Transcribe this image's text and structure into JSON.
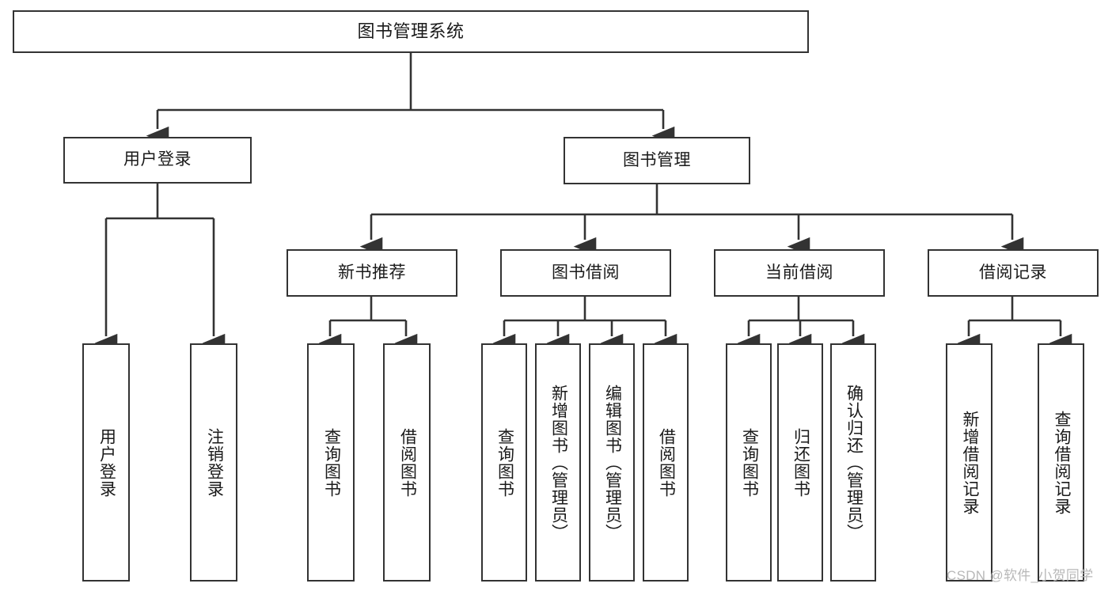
{
  "diagram": {
    "type": "tree",
    "title": "图书管理系统",
    "orientation": "top-down",
    "colors": {
      "background": "#ffffff",
      "stroke": "#333333",
      "text": "#1a1a1a",
      "watermark": "#b8b8b8"
    },
    "root": {
      "id": "root",
      "label": "图书管理系统"
    },
    "level1": [
      {
        "id": "user-login",
        "label": "用户登录"
      },
      {
        "id": "book-management",
        "label": "图书管理"
      }
    ],
    "level2": [
      {
        "id": "new-book-recommend",
        "label": "新书推荐",
        "parent": "book-management"
      },
      {
        "id": "book-borrow",
        "label": "图书借阅",
        "parent": "book-management"
      },
      {
        "id": "current-borrow",
        "label": "当前借阅",
        "parent": "book-management"
      },
      {
        "id": "borrow-record",
        "label": "借阅记录",
        "parent": "book-management"
      }
    ],
    "leaves": [
      {
        "id": "leaf-user-login",
        "label": "用户登录",
        "parent": "user-login"
      },
      {
        "id": "leaf-logout",
        "label": "注销登录",
        "parent": "user-login"
      },
      {
        "id": "leaf-query-book-1",
        "label": "查询图书",
        "parent": "new-book-recommend"
      },
      {
        "id": "leaf-borrow-book-1",
        "label": "借阅图书",
        "parent": "new-book-recommend"
      },
      {
        "id": "leaf-query-book-2",
        "label": "查询图书",
        "parent": "book-borrow"
      },
      {
        "id": "leaf-add-book",
        "label": "新增图书（管理员）",
        "parent": "book-borrow"
      },
      {
        "id": "leaf-edit-book",
        "label": "编辑图书（管理员）",
        "parent": "book-borrow"
      },
      {
        "id": "leaf-borrow-book-2",
        "label": "借阅图书",
        "parent": "book-borrow"
      },
      {
        "id": "leaf-query-book-3",
        "label": "查询图书",
        "parent": "current-borrow"
      },
      {
        "id": "leaf-return-book",
        "label": "归还图书",
        "parent": "current-borrow"
      },
      {
        "id": "leaf-confirm-return",
        "label": "确认归还（管理员）",
        "parent": "current-borrow"
      },
      {
        "id": "leaf-add-record",
        "label": "新增借阅记录",
        "parent": "borrow-record"
      },
      {
        "id": "leaf-query-record",
        "label": "查询借阅记录",
        "parent": "borrow-record"
      }
    ]
  },
  "watermark": {
    "text": "CSDN @软件_小贺同学"
  }
}
